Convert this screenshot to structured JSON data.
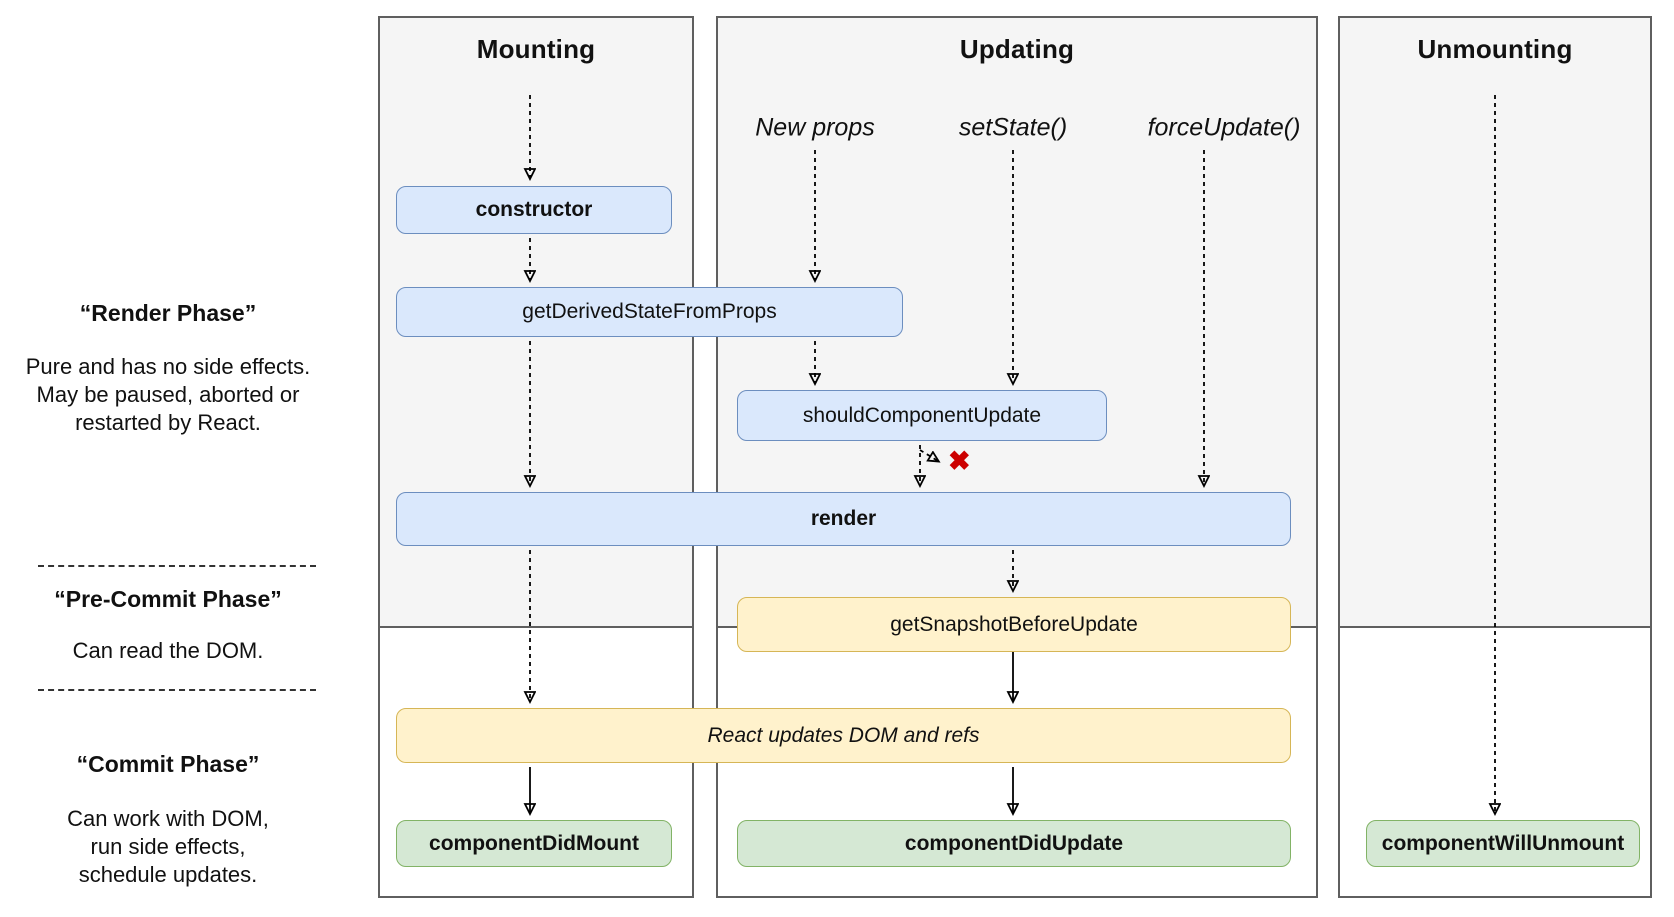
{
  "columns": {
    "mounting": {
      "title": "Mounting"
    },
    "updating": {
      "title": "Updating"
    },
    "unmounting": {
      "title": "Unmounting"
    }
  },
  "triggers": [
    {
      "label": "New props"
    },
    {
      "label": "setState()"
    },
    {
      "label": "forceUpdate()"
    }
  ],
  "left_phases": [
    {
      "title": "“Render Phase”",
      "lines": [
        "Pure and has no side effects.",
        "May be paused, aborted or",
        "restarted by React."
      ]
    },
    {
      "title": "“Pre-Commit Phase”",
      "lines": [
        "Can read the DOM."
      ]
    },
    {
      "title": "“Commit Phase”",
      "lines": [
        "Can work with DOM,",
        "run side effects,",
        "schedule updates."
      ]
    }
  ],
  "nodes": {
    "constructor": {
      "label": "constructor"
    },
    "get_derived": {
      "label": "getDerivedStateFromProps"
    },
    "should_update": {
      "label": "shouldComponentUpdate"
    },
    "render": {
      "label": "render"
    },
    "get_snapshot": {
      "label": "getSnapshotBeforeUpdate"
    },
    "react_updates": {
      "label": "React updates DOM and refs"
    },
    "did_mount": {
      "label": "componentDidMount"
    },
    "did_update": {
      "label": "componentDidUpdate"
    },
    "will_unmount": {
      "label": "componentWillUnmount"
    }
  },
  "icons": {
    "abort_x": "✖"
  },
  "colors": {
    "lifecycle_fill": "#dae8fc",
    "lifecycle_border": "#6c8ebf",
    "side_effect_fill": "#fff2cc",
    "side_effect_border": "#d6b656",
    "commit_fill": "#d5e8d4",
    "commit_border": "#82b366",
    "panel_fill": "#f5f5f5",
    "panel_border": "#5f5f5f",
    "abort_x": "#cc0000"
  }
}
